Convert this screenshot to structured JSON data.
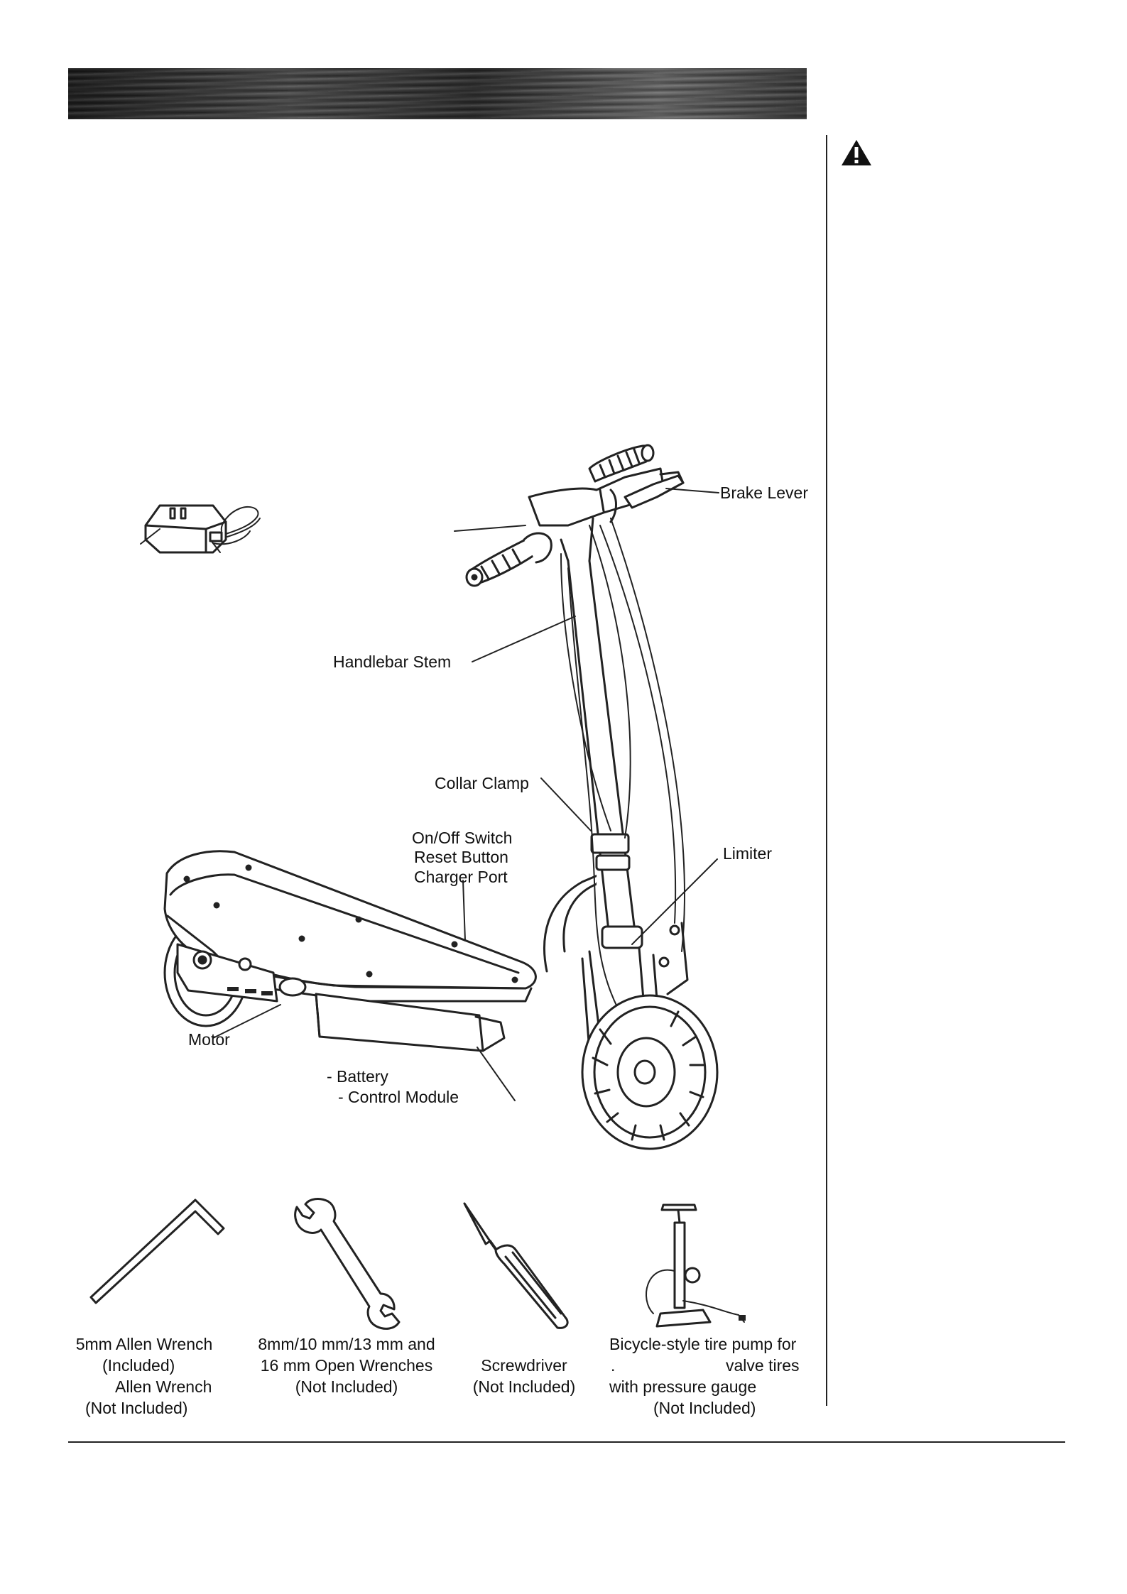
{
  "labels": {
    "brake_lever": "Brake Lever",
    "handlebar_stem": "Handlebar Stem",
    "collar_clamp": "Collar Clamp",
    "on_off_switch": "On/Off Switch",
    "reset_button": "Reset Button",
    "charger_port": "Charger Port",
    "limiter": "Limiter",
    "motor": "Motor",
    "battery": "- Battery",
    "control_module": "- Control Module"
  },
  "tools": {
    "allen": {
      "line1": "5mm Allen Wrench",
      "line2": "(Included)",
      "line3": "Allen Wrench",
      "line4": "(Not Included)"
    },
    "wrenches": {
      "line1": "8mm/10 mm/13 mm and",
      "line2": "16 mm Open  Wrenches",
      "line3": "(Not Included)"
    },
    "screwdriver": {
      "line1": "Screwdriver",
      "line2": "(Not Included)"
    },
    "pump": {
      "line1": "Bicycle-style tire pump for",
      "line2_a": ".",
      "line2_b": "valve tires",
      "line3": "with pressure gauge",
      "line4": "(Not Included)"
    }
  }
}
